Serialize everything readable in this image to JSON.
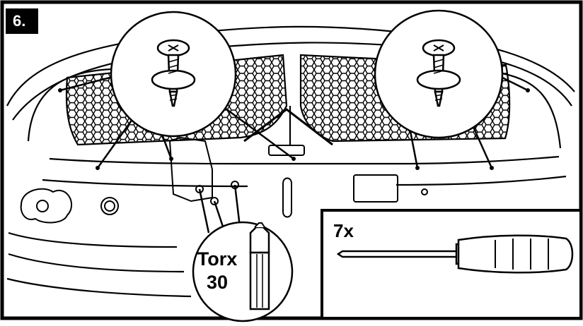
{
  "step_number": "6.",
  "tool_callout": {
    "bit_label_line1": "Torx",
    "bit_label_line2": "30"
  },
  "tool_box": {
    "quantity": "7x",
    "icon": "screwdriver-icon"
  },
  "callouts": [
    {
      "icon": "push-clip-screw-icon"
    },
    {
      "icon": "push-clip-screw-icon"
    },
    {
      "icon": "torx-bit-icon"
    }
  ],
  "colors": {
    "line": "#000000",
    "background": "#ffffff",
    "badge": "#000000"
  }
}
